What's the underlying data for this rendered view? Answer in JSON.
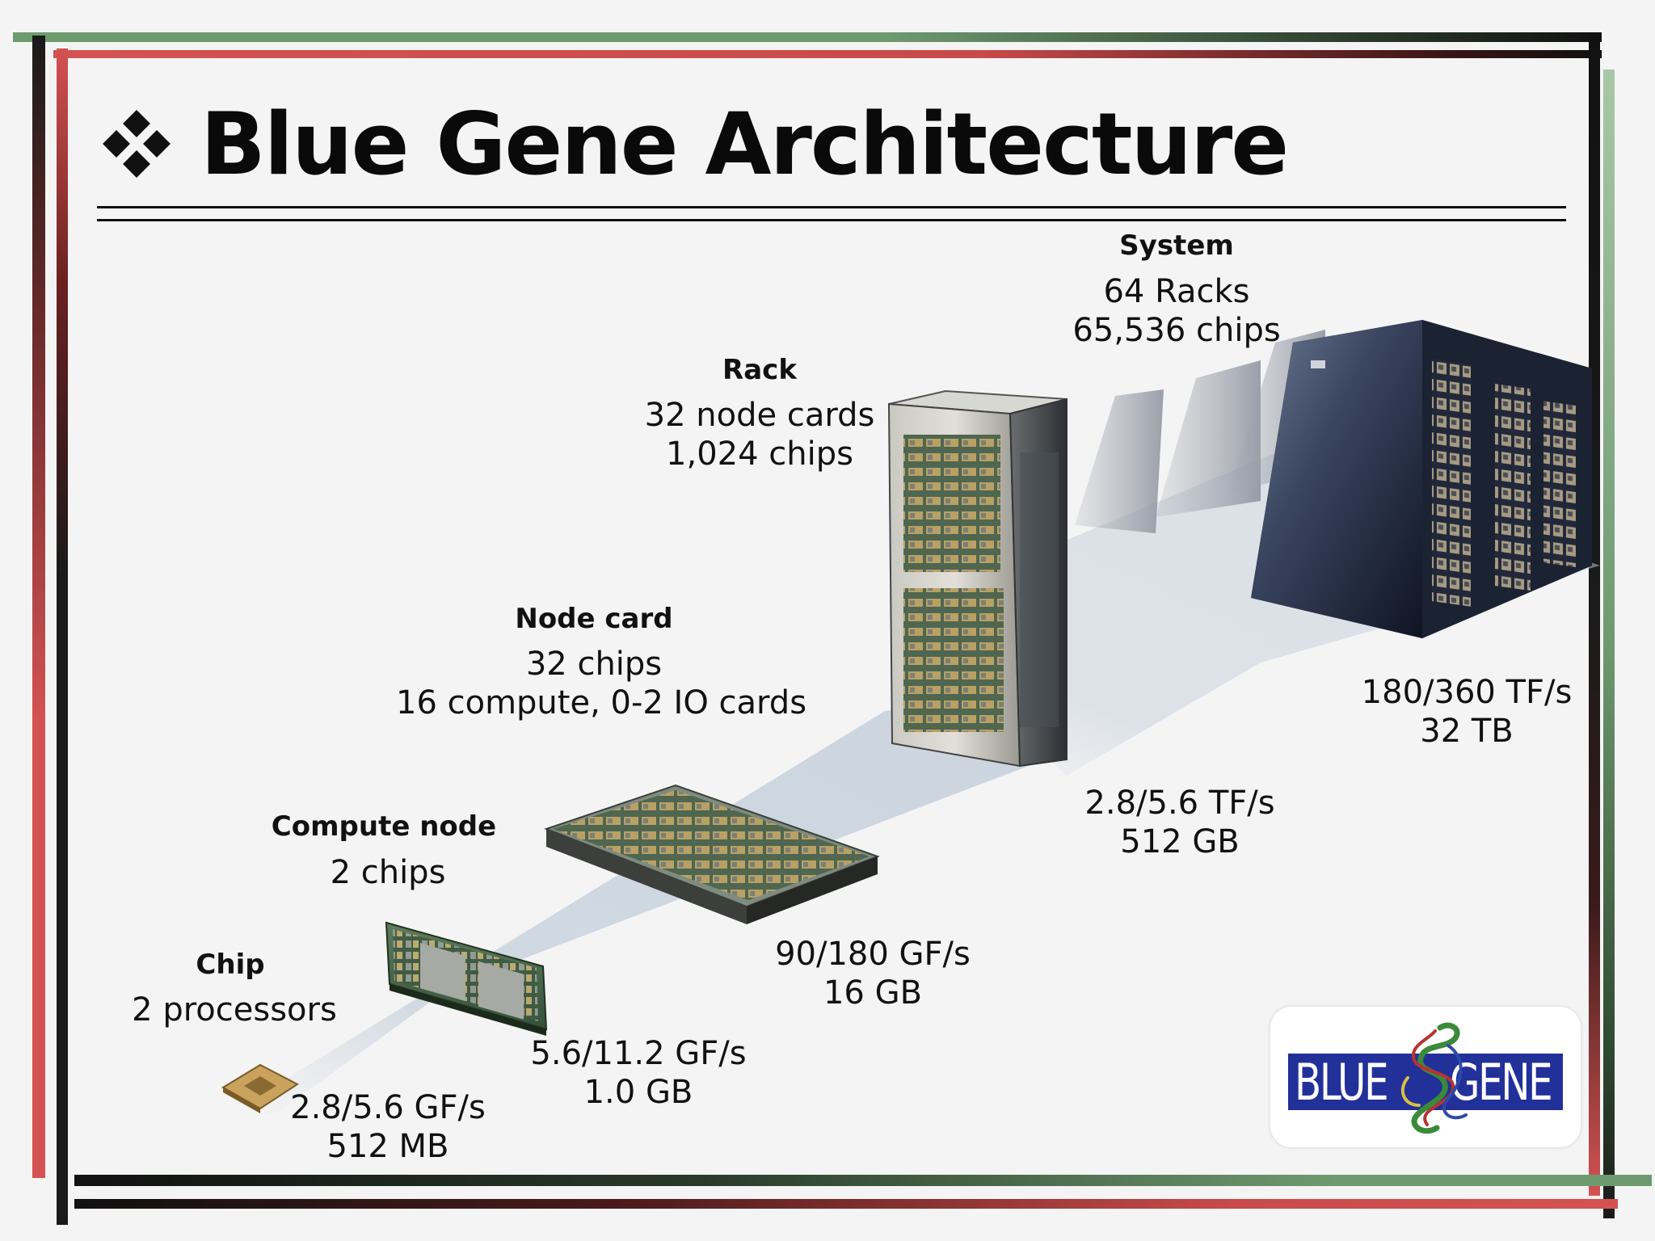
{
  "slide": {
    "title": "Blue Gene Architecture",
    "bullet_icon": "four-diamond-bullet",
    "colors": {
      "red": "#d45252",
      "green": "#6e9a6f",
      "dark": "#1a1a1a",
      "logo_blue": "#22309a"
    }
  },
  "levels": [
    {
      "id": "chip",
      "heading": "Chip",
      "desc": [
        "2 processors"
      ],
      "perf": [
        "2.8/5.6 GF/s",
        "512 MB"
      ]
    },
    {
      "id": "compute-node",
      "heading": "Compute node",
      "desc": [
        "2 chips"
      ],
      "perf": [
        "5.6/11.2 GF/s",
        "1.0 GB"
      ]
    },
    {
      "id": "node-card",
      "heading": "Node card",
      "desc": [
        "32 chips",
        "16 compute, 0-2 IO cards"
      ],
      "perf": [
        "90/180 GF/s",
        "16 GB"
      ]
    },
    {
      "id": "rack",
      "heading": "Rack",
      "desc": [
        "32 node cards",
        "1,024 chips"
      ],
      "perf": [
        "2.8/5.6 TF/s",
        "512 GB"
      ]
    },
    {
      "id": "system",
      "heading": "System",
      "desc": [
        "64 Racks",
        "65,536 chips"
      ],
      "perf": [
        "180/360 TF/s",
        "32 TB"
      ]
    }
  ],
  "logo": {
    "left_word": "BLUE",
    "right_word": "GENE"
  }
}
